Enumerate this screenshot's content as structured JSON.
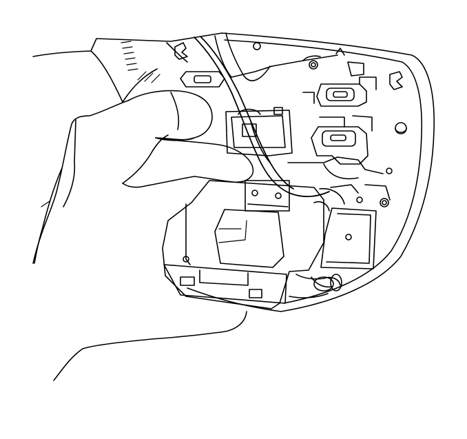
{
  "diagram": {
    "style": "black line art on white background",
    "line_color": "#000000",
    "background_color": "#ffffff",
    "components": [
      "hand",
      "mirror-housing",
      "mirror-motor-bracket",
      "wiring-harness",
      "electrical-connectors",
      "mounting-screws",
      "gasket-pad"
    ]
  }
}
